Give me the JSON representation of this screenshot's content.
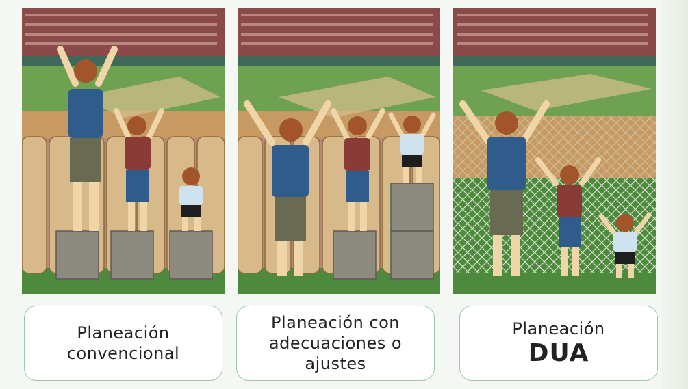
{
  "panels": [
    {
      "id": "convencional",
      "caption_lines": [
        "Planeación",
        "convencional"
      ]
    },
    {
      "id": "adecuaciones",
      "caption_lines": [
        "Planeación con",
        "adecuaciones o",
        "ajustes"
      ]
    },
    {
      "id": "dua",
      "caption_lines": [
        "Planeación"
      ],
      "caption_strong": "DUA"
    }
  ],
  "colors": {
    "grass": "#4e8a3e",
    "dirt": "#c9a56f",
    "stands": "#7a3a3e",
    "fence": "#d8b98a",
    "crate": "#8d8a80",
    "caption_border": "#9cc9ae",
    "tall_shirt": "#2f5c8a",
    "mid_shirt": "#8a3b38",
    "small_shirt": "#cfe3ef"
  }
}
